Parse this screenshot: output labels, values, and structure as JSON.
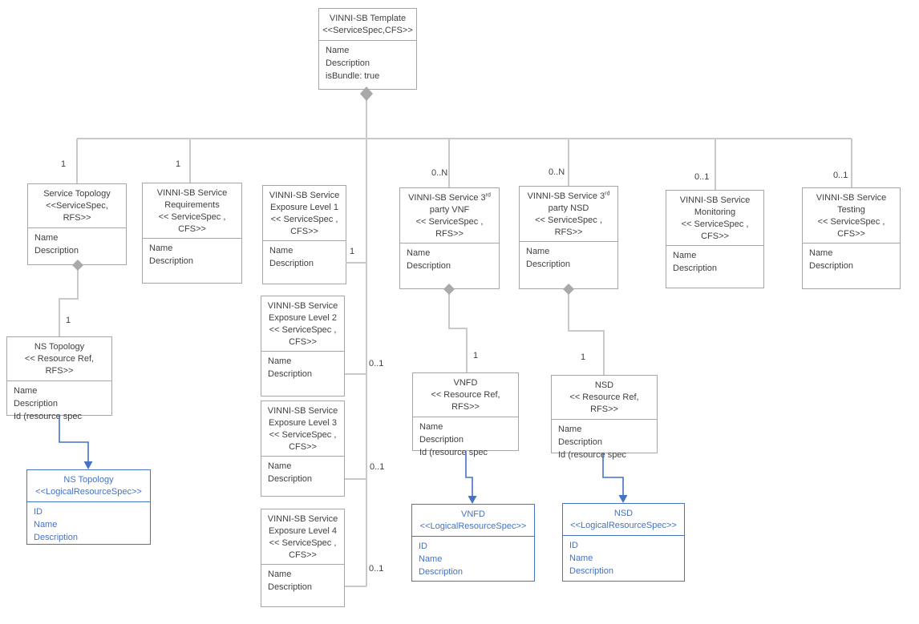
{
  "colors": {
    "accent_blue": "#4472c4",
    "box_border": "#a6a6a6",
    "connector_gray": "#c9c9c9",
    "diamond_fill": "#a9a9a9",
    "text": "#3f3f3f",
    "background": "#ffffff"
  },
  "nodes": {
    "template": {
      "name": "VINNI-SB Template",
      "stereotype": "<<ServiceSpec,CFS>>",
      "attributes": [
        "Name",
        "Description",
        "isBundle: true"
      ]
    },
    "service_topology": {
      "name": "Service Topology",
      "stereotype": "<<ServiceSpec, RFS>>",
      "attributes": [
        "Name",
        "Description"
      ],
      "multiplicity": "1"
    },
    "requirements": {
      "name": "VINNI-SB Service Requirements",
      "stereotype": "<< ServiceSpec , CFS>>",
      "attributes": [
        "Name",
        "Description"
      ],
      "multiplicity": "1"
    },
    "exposure_level_1": {
      "name": "VINNI-SB Service Exposure Level 1",
      "stereotype": "<< ServiceSpec , CFS>>",
      "attributes": [
        "Name",
        "Description"
      ],
      "multiplicity": "1"
    },
    "exposure_level_2": {
      "name": "VINNI-SB Service Exposure Level 2",
      "stereotype": "<< ServiceSpec , CFS>>",
      "attributes": [
        "Name",
        "Description"
      ],
      "multiplicity": "0..1"
    },
    "exposure_level_3": {
      "name": "VINNI-SB Service Exposure Level 3",
      "stereotype": "<< ServiceSpec , CFS>>",
      "attributes": [
        "Name",
        "Description"
      ],
      "multiplicity": "0..1"
    },
    "exposure_level_4": {
      "name": "VINNI-SB Service Exposure Level 4",
      "stereotype": "<< ServiceSpec , CFS>>",
      "attributes": [
        "Name",
        "Description"
      ],
      "multiplicity": "0..1"
    },
    "third_party_vnf": {
      "name_pre": "VINNI-SB Service 3",
      "name_sup": "rd",
      "name_post": "party VNF",
      "stereotype": "<< ServiceSpec , RFS>>",
      "attributes": [
        "Name",
        "Description"
      ],
      "multiplicity": "0..N"
    },
    "third_party_nsd": {
      "name_pre": "VINNI-SB Service 3",
      "name_sup": "rd",
      "name_post": "party NSD",
      "stereotype": "<< ServiceSpec , RFS>>",
      "attributes": [
        "Name",
        "Description"
      ],
      "multiplicity": "0..N"
    },
    "monitoring": {
      "name": "VINNI-SB Service Monitoring",
      "stereotype": "<< ServiceSpec , CFS>>",
      "attributes": [
        "Name",
        "Description"
      ],
      "multiplicity": "0..1"
    },
    "testing": {
      "name": "VINNI-SB Service Testing",
      "stereotype": "<< ServiceSpec , CFS>>",
      "attributes": [
        "Name",
        "Description"
      ],
      "multiplicity": "0..1"
    },
    "ns_topology_ref": {
      "name": "NS Topology",
      "stereotype": "<< Resource Ref, RFS>>",
      "attributes": [
        "Name",
        "Description",
        "Id (resource spec"
      ],
      "multiplicity": "1"
    },
    "vnfd_ref": {
      "name": "VNFD",
      "stereotype": "<< Resource Ref, RFS>>",
      "attributes": [
        "Name",
        "Description",
        "Id (resource spec"
      ],
      "multiplicity": "1"
    },
    "nsd_ref": {
      "name": "NSD",
      "stereotype": "<< Resource Ref, RFS>>",
      "attributes": [
        "Name",
        "Description",
        "Id (resource spec"
      ],
      "multiplicity": "1"
    },
    "ns_topology_spec": {
      "name": "NS Topology",
      "stereotype": "<<LogicalResourceSpec>>",
      "attributes": [
        "ID",
        "Name",
        "Description"
      ]
    },
    "vnfd_spec": {
      "name": "VNFD",
      "stereotype": "<<LogicalResourceSpec>>",
      "attributes": [
        "ID",
        "Name",
        "Description"
      ]
    },
    "nsd_spec": {
      "name": "NSD",
      "stereotype": "<<LogicalResourceSpec>>",
      "attributes": [
        "ID",
        "Name",
        "Description"
      ]
    }
  }
}
